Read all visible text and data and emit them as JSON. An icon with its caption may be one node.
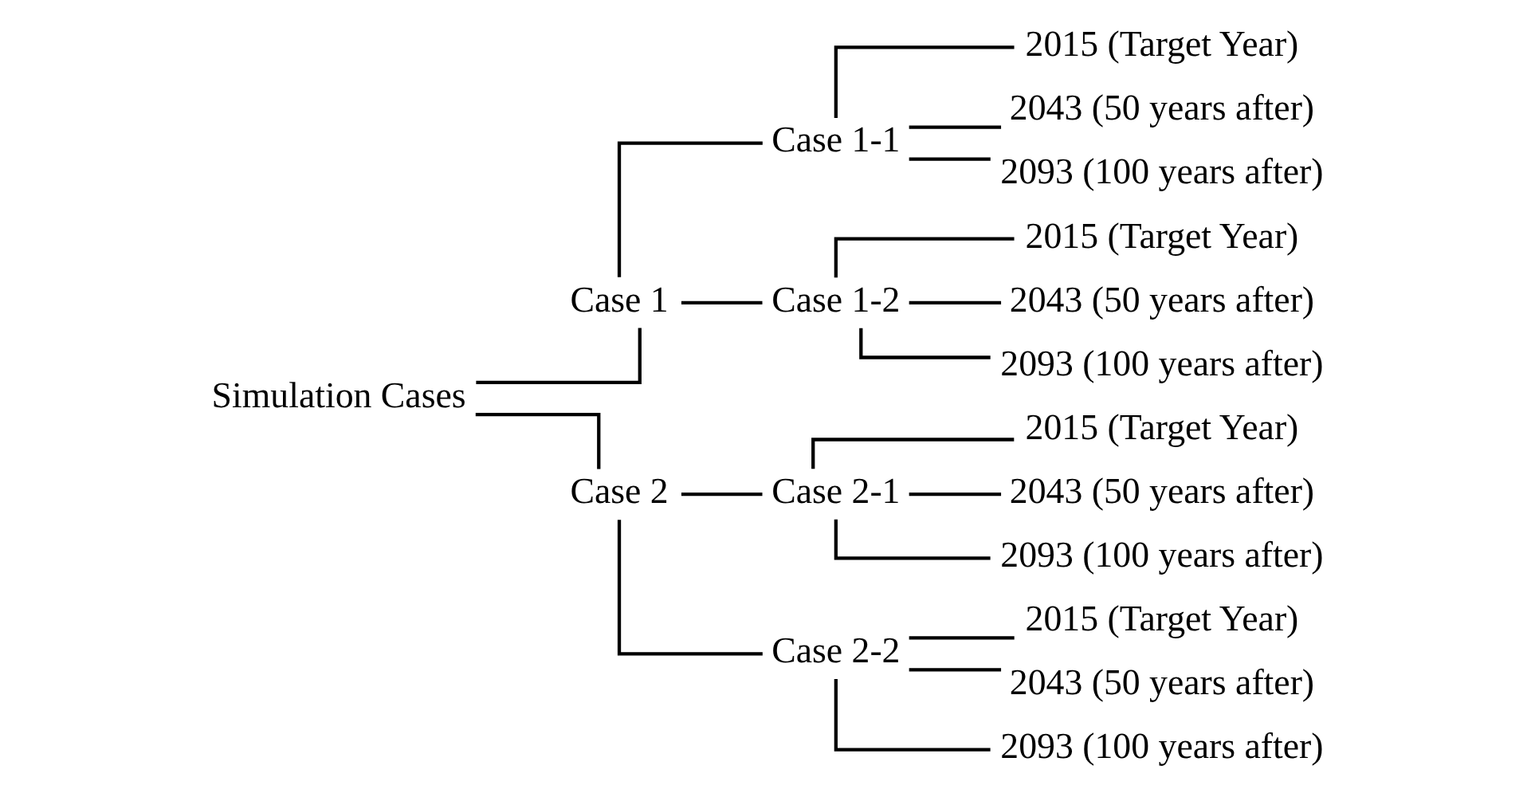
{
  "diagram": {
    "nodes": [
      {
        "text": [
          "Simulation Cases"
        ]
      },
      {
        "text": [
          "Case 1"
        ]
      },
      {
        "text": [
          "Case 1-1"
        ]
      },
      {
        "text": [
          "2015 (Target Year)"
        ]
      },
      {
        "text": [
          "2043 (50 years after)"
        ]
      },
      {
        "text": [
          "2093 (100 years after)"
        ]
      },
      {
        "text": [
          "Case 1-2"
        ]
      },
      {
        "text": [
          "2015 (Target Year)"
        ]
      },
      {
        "text": [
          "2043 (50 years after)"
        ]
      },
      {
        "text": [
          "2093 (100 years after)"
        ]
      },
      {
        "text": [
          "Case 2"
        ]
      },
      {
        "text": [
          "Case 2-1"
        ]
      },
      {
        "text": [
          "2015 (Target Year)"
        ]
      },
      {
        "text": [
          "2043 (50 years after)"
        ]
      },
      {
        "text": [
          "2093 (100 years after)"
        ]
      },
      {
        "text": [
          "Case 2-2"
        ]
      },
      {
        "text": [
          "2015 (Target Year)"
        ]
      },
      {
        "text": [
          "2043 (50 years after)"
        ]
      },
      {
        "text": [
          "2093 (100 years after)"
        ]
      }
    ],
    "edges": [
      {
        "from": 0,
        "to": 1,
        "arrow": "none"
      },
      {
        "from": 0,
        "to": 10,
        "arrow": "none"
      },
      {
        "from": 1,
        "to": 2,
        "arrow": "none"
      },
      {
        "from": 1,
        "to": 6,
        "arrow": "none"
      },
      {
        "from": 2,
        "to": 3,
        "arrow": "none"
      },
      {
        "from": 2,
        "to": 4,
        "arrow": "none"
      },
      {
        "from": 2,
        "to": 5,
        "arrow": "none"
      },
      {
        "from": 6,
        "to": 7,
        "arrow": "none"
      },
      {
        "from": 6,
        "to": 8,
        "arrow": "none"
      },
      {
        "from": 6,
        "to": 9,
        "arrow": "none"
      },
      {
        "from": 10,
        "to": 11,
        "arrow": "none"
      },
      {
        "from": 10,
        "to": 15,
        "arrow": "none"
      },
      {
        "from": 11,
        "to": 12,
        "arrow": "none"
      },
      {
        "from": 11,
        "to": 13,
        "arrow": "none"
      },
      {
        "from": 11,
        "to": 14,
        "arrow": "none"
      },
      {
        "from": 15,
        "to": 16,
        "arrow": "none"
      },
      {
        "from": 15,
        "to": 17,
        "arrow": "none"
      },
      {
        "from": 15,
        "to": 18,
        "arrow": "none"
      }
    ]
  }
}
